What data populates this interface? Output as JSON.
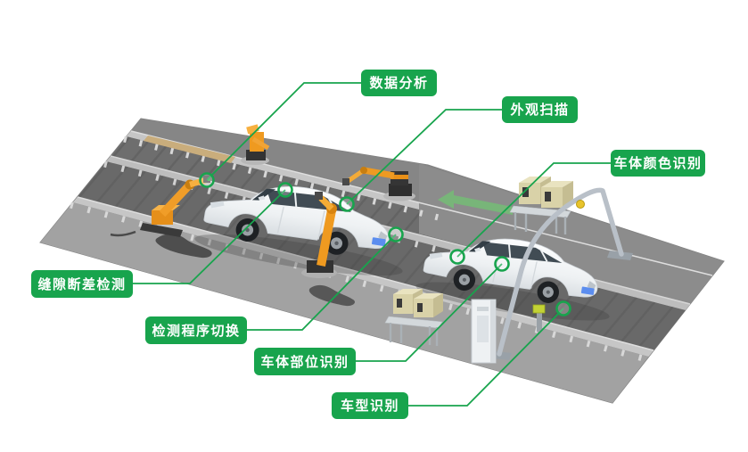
{
  "callouts": [
    {
      "id": "data-analysis",
      "label": "数据分析"
    },
    {
      "id": "appearance-scan",
      "label": "外观扫描"
    },
    {
      "id": "body-color-recognition",
      "label": "车体颜色识别"
    },
    {
      "id": "gap-flush-detection",
      "label": "缝隙断差检测"
    },
    {
      "id": "inspection-program-switch",
      "label": "检测程序切换"
    },
    {
      "id": "body-part-recognition",
      "label": "车体部位识别"
    },
    {
      "id": "vehicle-model-recognition",
      "label": "车型识别"
    }
  ],
  "scene": {
    "conveyor_direction": "left",
    "vehicle_count": 2,
    "robot_count": 4
  },
  "colors": {
    "accent_green": "#18a44d",
    "robot_orange": "#ef9a20",
    "platform_gray": "#909090",
    "car_white": "#f4f6f8",
    "equipment_cream": "#ddd6ad",
    "license_blue": "#5b8def"
  }
}
